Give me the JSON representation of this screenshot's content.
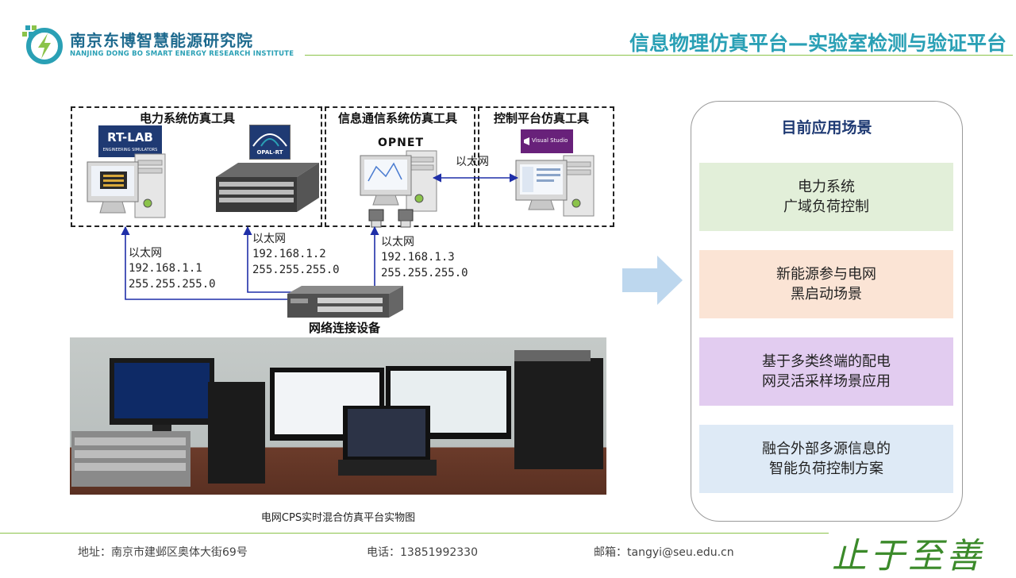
{
  "header": {
    "institute_cn": "南京东博智慧能源研究院",
    "institute_en": "NANJING DONG BO SMART ENERGY RESEARCH INSTITUTE",
    "title": "信息物理仿真平台—实验室检测与验证平台"
  },
  "diagram": {
    "groups": {
      "power_sim": "电力系统仿真工具",
      "comm_sim": "信息通信系统仿真工具",
      "control_sim": "控制平台仿真工具"
    },
    "logos": {
      "rtlab": "RT-LAB",
      "rtlab_sub": "ENGINEERING SIMULATORS",
      "opalrt": "OPAL-RT",
      "opnet": "OPNET",
      "visual_studio": "Visual Studio"
    },
    "links": [
      {
        "label": "以太网",
        "ip": "192.168.1.1",
        "mask": "255.255.255.0"
      },
      {
        "label": "以太网",
        "ip": "192.168.1.2",
        "mask": "255.255.255.0"
      },
      {
        "label": "以太网",
        "ip": "192.168.1.3",
        "mask": "255.255.255.0"
      }
    ],
    "peer_link_label": "以太网",
    "switch_label": "网络连接设备",
    "photo_caption": "电网CPS实时混合仿真平台实物图"
  },
  "scenarios": {
    "title": "目前应用场景",
    "items": [
      {
        "line1": "电力系统",
        "line2": "广域负荷控制",
        "color": "#e2efd9"
      },
      {
        "line1": "新能源参与电网",
        "line2": "黑启动场景",
        "color": "#fbe4d5"
      },
      {
        "line1": "基于多类终端的配电",
        "line2": "网灵活采样场景应用",
        "color": "#e2ccf0"
      },
      {
        "line1": "融合外部多源信息的",
        "line2": "智能负荷控制方案",
        "color": "#deeaf6"
      }
    ]
  },
  "footer": {
    "address": "地址：南京市建邺区奥体大街69号",
    "phone": "电话：13851992330",
    "email": "邮箱：tangyi@seu.edu.cn",
    "motto": "止于至善"
  },
  "colors": {
    "accent": "#2aa0b5",
    "rule": "#8bc34a",
    "link": "#1f2fa8",
    "arrow": "#bdd7ee"
  }
}
